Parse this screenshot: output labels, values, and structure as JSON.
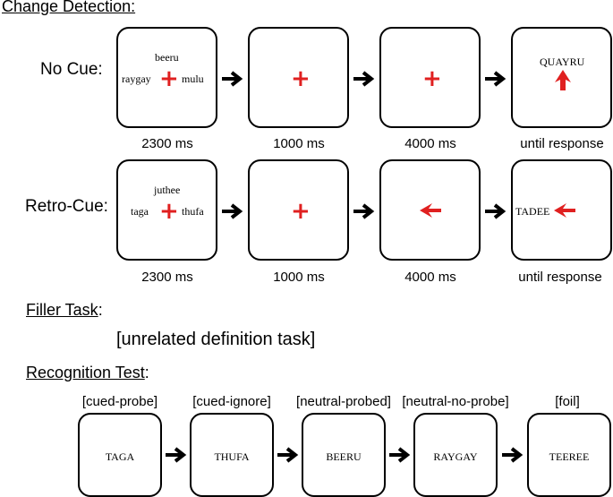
{
  "headings": {
    "change_detection": "Change Detection:",
    "filler_task": "Filler Task",
    "recognition_test": "Recognition Test"
  },
  "filler_description": "[unrelated definition task]",
  "rows": {
    "no_cue": {
      "label": "No Cue:",
      "words": {
        "top": "beeru",
        "left": "raygay",
        "right": "mulu"
      },
      "probe": "QUAYRU",
      "timings": [
        "2300 ms",
        "1000 ms",
        "4000 ms",
        "until response"
      ]
    },
    "retro_cue": {
      "label": "Retro-Cue:",
      "words": {
        "top": "juthee",
        "left": "taga",
        "right": "thufa"
      },
      "probe": "TADEE",
      "timings": [
        "2300 ms",
        "1000 ms",
        "4000 ms",
        "until response"
      ]
    }
  },
  "recognition": {
    "conditions": [
      "[cued-probe]",
      "[cued-ignore]",
      "[neutral-probed]",
      "[neutral-no-probe]",
      "[foil]"
    ],
    "words": [
      "TAGA",
      "THUFA",
      "BEERU",
      "RAYGAY",
      "TEEREE"
    ]
  },
  "icons": {
    "fixation": "red-plus-icon",
    "cue": "red-arrow-icon",
    "sequence": "black-arrow-icon"
  },
  "colors": {
    "cue_red": "#e02020",
    "arrow_black": "#000000"
  }
}
